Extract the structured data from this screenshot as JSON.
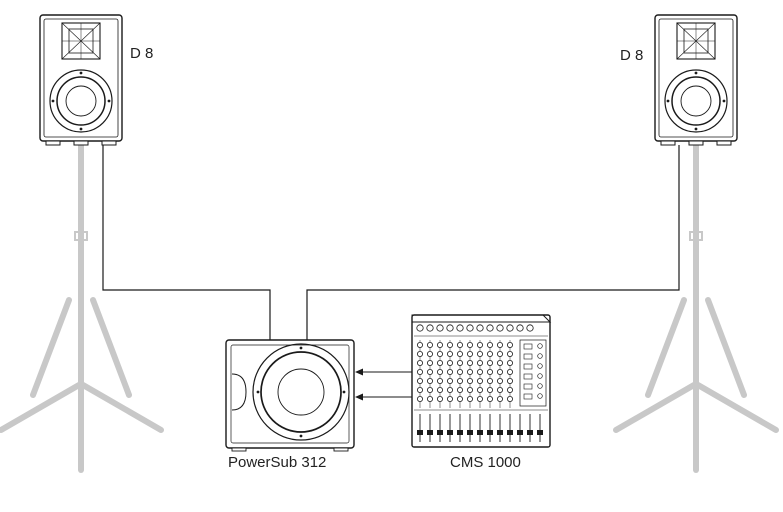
{
  "labels": {
    "speaker_left": "D 8",
    "speaker_right": "D 8",
    "subwoofer": "PowerSub 312",
    "mixer": "CMS 1000"
  },
  "colors": {
    "line": "#1a1a1a",
    "stand": "#c8c8c8",
    "background": "#ffffff"
  }
}
